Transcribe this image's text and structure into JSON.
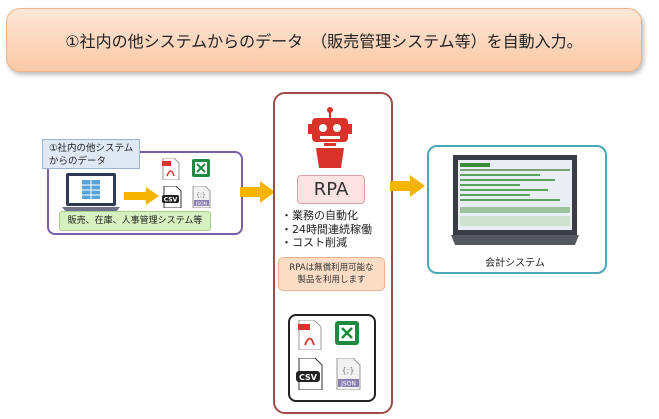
{
  "banner": {
    "title": "①社内の他システムからのデータ　（販売管理システム等）を自動入力。"
  },
  "source": {
    "label_line1": "①社内の他システム",
    "label_line2": "からのデータ",
    "caption": "販売、在庫、人事管理システム等",
    "file_types": [
      "pdf-icon",
      "excel-icon",
      "csv-icon",
      "json-icon"
    ],
    "csv_text": "CSV",
    "json_text": "JSON"
  },
  "rpa": {
    "label": "RPA",
    "bullets": [
      "・業務の自動化",
      "・24時間連続稼働",
      "・コスト削減"
    ],
    "note_line1": "RPAは無償利用可能な",
    "note_line2": "製品を利用します"
  },
  "target": {
    "caption": "会計システム"
  },
  "colors": {
    "arrow": "#f5b400",
    "robot": "#d9322b",
    "source_border": "#7a5ea8",
    "rpa_border": "#a04a4a",
    "target_border": "#4aa8b8"
  }
}
